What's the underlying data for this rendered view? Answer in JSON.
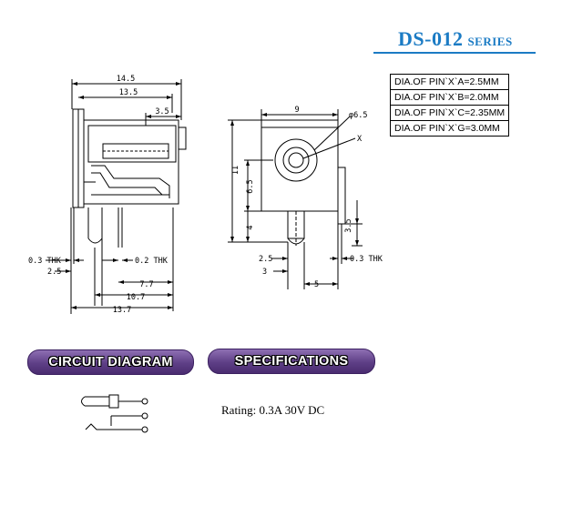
{
  "header": {
    "model": "DS-012",
    "suffix": "SERIES"
  },
  "pin_table": [
    "DIA.OF PIN`X`A=2.5MM",
    "DIA.OF PIN`X`B=2.0MM",
    "DIA.OF PIN`X`C=2.35MM",
    "DIA.OF PIN`X`G=3.0MM"
  ],
  "side_view": {
    "dim_overall_top": "14.5",
    "dim_body_top": "13.5",
    "dim_tip": "3.5",
    "dim_thk_left": "0.3 THK",
    "dim_2_5": "2.5",
    "dim_thk_mid": "0.2 THK",
    "dim_7_7": "7.7",
    "dim_10_7": "10.7",
    "dim_13_7": "13.7"
  },
  "front_view": {
    "dim_width": "9",
    "dim_diameter": "φ6.5",
    "label_x": "X",
    "dim_height": "11",
    "dim_center": "6.5",
    "dim_lower": "4",
    "dim_pin": "3.5",
    "dim_2_5": "2.5",
    "dim_3": "3",
    "dim_thk": "0.3 THK",
    "dim_5": "5"
  },
  "sections": {
    "circuit": "CIRCUIT DIAGRAM",
    "specs": "SPECIFICATIONS"
  },
  "specs": {
    "rating": "Rating: 0.3A 30V DC"
  },
  "colors": {
    "title_blue": "#1b7bc4",
    "pill_purple": "#5e3f86"
  }
}
